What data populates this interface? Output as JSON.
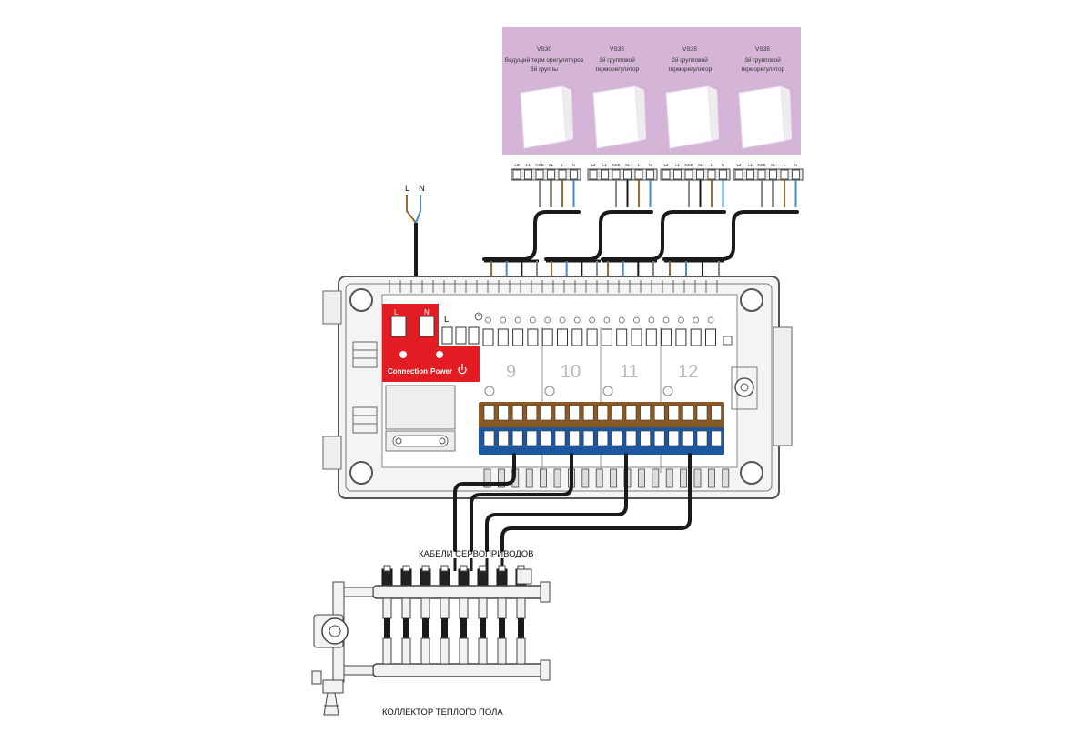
{
  "thermostats": [
    {
      "model": "VS30",
      "line1": "Ведущий  терм орегуляторов",
      "line2": "3й группы"
    },
    {
      "model": "VS35",
      "line1": "3й групповой",
      "line2": "терморегулятор"
    },
    {
      "model": "VS35",
      "line1": "2й групповой",
      "line2": "терморегулятор"
    },
    {
      "model": "VS35",
      "line1": "3й групповой",
      "line2": "терморегулятор"
    }
  ],
  "terminal_labels": [
    "L2",
    "L1",
    "NSB",
    "SL",
    "L",
    "N"
  ],
  "mains": {
    "l": "L",
    "n": "N"
  },
  "power_block": {
    "l": "L",
    "n": "N",
    "connection": "Connection",
    "power": "Power"
  },
  "aux_label": "L",
  "zones": [
    "9",
    "10",
    "11",
    "12"
  ],
  "actuator_cables_label": "КАБЕЛИ СЕРВОПРИВОДОВ",
  "manifold_label": "КОЛЛЕКТОР ТЕПЛОГО ПОЛА",
  "colors": {
    "thermostat_panel": "#d4b5d7",
    "power_block": "#e31b23",
    "brown_bar": "#8a5a24",
    "blue_bar": "#1e56a0",
    "wire_black": "#1a1a1a",
    "wire_brown": "#9a6a33",
    "wire_blue": "#4a88c8",
    "wire_grey": "#8a8a8a"
  }
}
